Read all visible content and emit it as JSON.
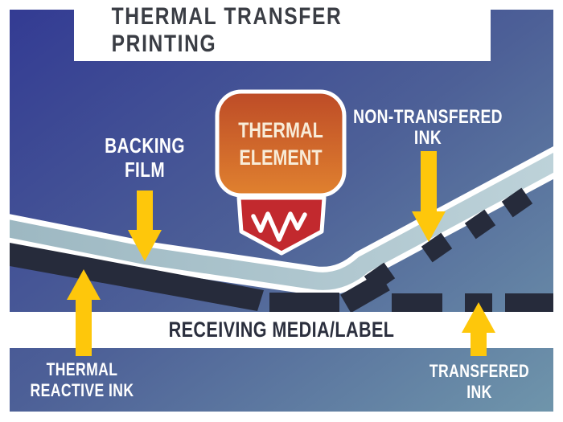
{
  "title": "THERMAL TRANSFER PRINTING",
  "element": {
    "label": "THERMAL\nELEMENT",
    "icon": "resistor-zigzag"
  },
  "labels": {
    "backing_film": "BACKING\nFILM",
    "non_transfered_ink": "NON-TRANSFERED\nINK",
    "thermal_reactive_ink": "THERMAL\nREACTIVE INK",
    "transfered_ink": "TRANSFERED\nINK",
    "receiving_media": "RECEIVING MEDIA/LABEL"
  },
  "colors": {
    "bg_top_left": "#333b93",
    "bg_mid": "#4d6097",
    "bg_bottom_right": "#6f95ab",
    "film_left": "#9db8c2",
    "film_right": "#bdd2d9",
    "ink": "#262b3b",
    "arrow": "#fec70b",
    "element_top": "#bd4b27",
    "element_bottom": "#e0812f",
    "element_text": "#f8ecd8",
    "shield_red": "#c2292e",
    "white": "#ffffff",
    "title_text": "#3a3d44",
    "media_text": "#2b2f3e"
  }
}
